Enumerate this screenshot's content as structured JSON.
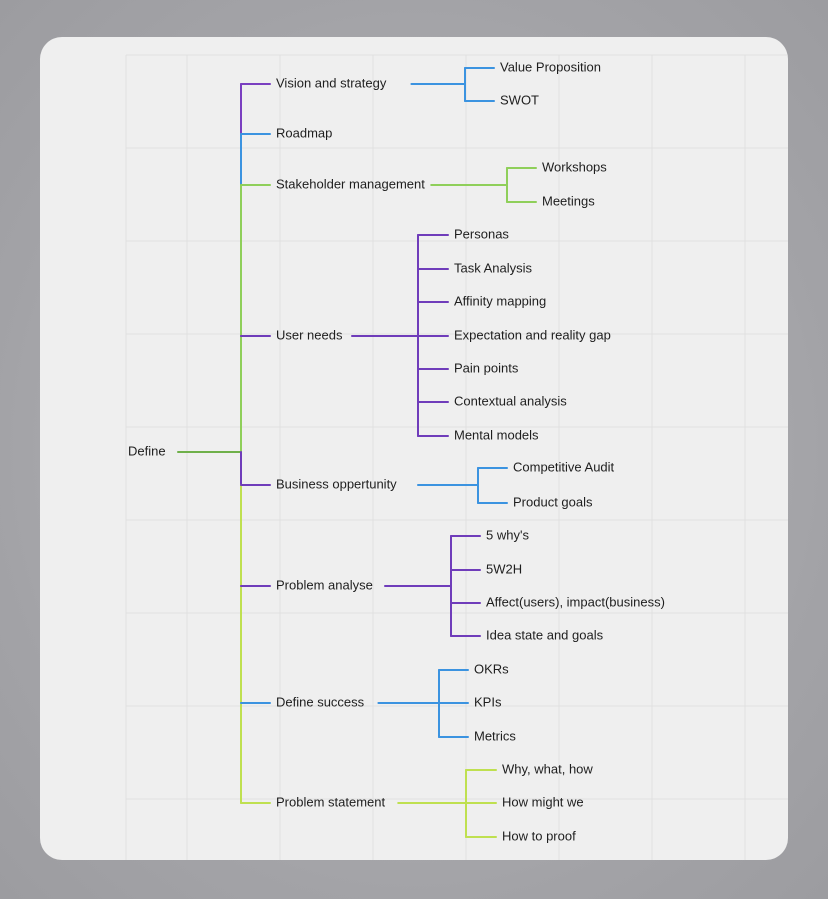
{
  "mindmap": {
    "root": "Define",
    "branches": [
      {
        "label": "Vision and strategy",
        "color": "#7a3fc0",
        "children": [
          "Value Proposition",
          "SWOT"
        ],
        "child_color": "#3b93e0"
      },
      {
        "label": "Roadmap",
        "color": "#3b93e0",
        "children": []
      },
      {
        "label": "Stakeholder management",
        "color": "#8fcf5a",
        "children": [
          "Workshops",
          "Meetings"
        ],
        "child_color": "#8fcf5a"
      },
      {
        "label": "User needs",
        "color": "#6f3cba",
        "children": [
          "Personas",
          "Task Analysis",
          "Affinity mapping",
          "Expectation and reality gap",
          "Pain points",
          "Contextual analysis",
          "Mental models"
        ],
        "child_color": "#6f3cba"
      },
      {
        "label": "Business oppertunity",
        "color": "#6f3cba",
        "children": [
          "Competitive Audit",
          "Product goals"
        ],
        "child_color": "#3b93e0"
      },
      {
        "label": "Problem analyse",
        "color": "#6f3cba",
        "children": [
          "5 why's",
          "5W2H",
          "Affect(users), impact(business)",
          "Idea state and goals"
        ],
        "child_color": "#6f3cba"
      },
      {
        "label": "Define success",
        "color": "#3b93e0",
        "children": [
          "OKRs",
          "KPIs",
          "Metrics"
        ],
        "child_color": "#3b93e0"
      },
      {
        "label": "Problem statement",
        "color": "#bfe050",
        "children": [
          "Why, what, how",
          "How might we",
          "How to proof"
        ],
        "child_color": "#bfe050"
      }
    ],
    "colors": {
      "root_link": "#6fb04a",
      "grid": "#e0e0e0"
    }
  }
}
